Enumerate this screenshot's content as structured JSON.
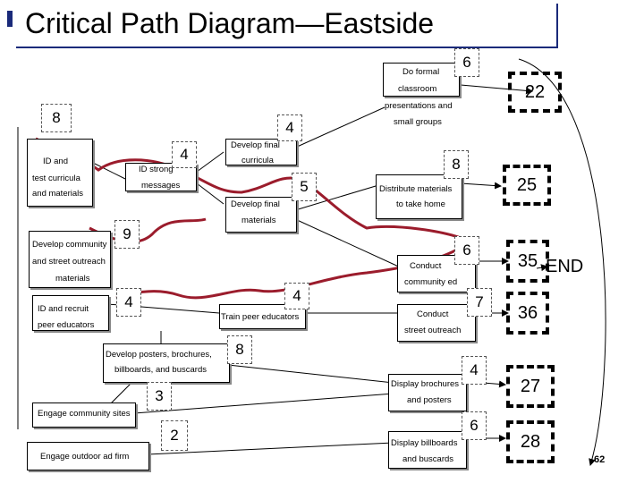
{
  "title": "Critical Path Diagram—Eastside",
  "tasks": {
    "do_formal_1": "Do formal",
    "do_formal_2": "classroom",
    "do_formal_3": "presentations and",
    "do_formal_4": "small groups",
    "develop_curricula_1": "Develop final",
    "develop_curricula_2": "curricula",
    "develop_materials_1": "Develop final",
    "develop_materials_2": "materials",
    "id_strong_1": "ID strong",
    "id_strong_2": "messages",
    "id_test_1": "ID and",
    "id_test_2": "test curricula",
    "id_test_3": "and materials",
    "dev_community_1": "Develop community",
    "dev_community_2": "and street outreach",
    "dev_community_3": "materials",
    "id_recruit_1": "ID and recruit",
    "id_recruit_2": "peer educators",
    "train_peer": "Train peer educators",
    "develop_posters_1": "Develop posters, brochures,",
    "develop_posters_2": "billboards, and buscards",
    "engage_sites": "Engage community sites",
    "engage_outdoor": "Engage outdoor ad firm",
    "distribute_1": "Distribute materials",
    "distribute_2": "to take home",
    "conduct_cw_1": "Conduct",
    "conduct_cw_2": "community ed",
    "conduct_so_1": "Conduct",
    "conduct_so_2": "street outreach",
    "display_brochures_1": "Display brochures",
    "display_brochures_2": "and posters",
    "display_billboards_1": "Display billboards",
    "display_billboards_2": "and buscards"
  },
  "durations": {
    "do_formal": "6",
    "develop_curricula": "4",
    "develop_materials": "5",
    "id_strong": "4",
    "id_test": "8",
    "dev_community": "9",
    "id_recruit": "4",
    "train_peer": "4",
    "develop_posters": "8",
    "engage_sites": "3",
    "engage_outdoor": "2",
    "distribute": "8",
    "conduct_cw": "6",
    "conduct_so": "7",
    "display_brochures": "4",
    "display_billboards": "6"
  },
  "milestones": {
    "m22": "22",
    "m25": "25",
    "m35": "35",
    "m36": "36",
    "m27": "27",
    "m28": "28"
  },
  "end_label": "END",
  "page_number": "62",
  "colors": {
    "critical_path": "#9b1c2c",
    "title_frame": "#1a2a7a"
  }
}
